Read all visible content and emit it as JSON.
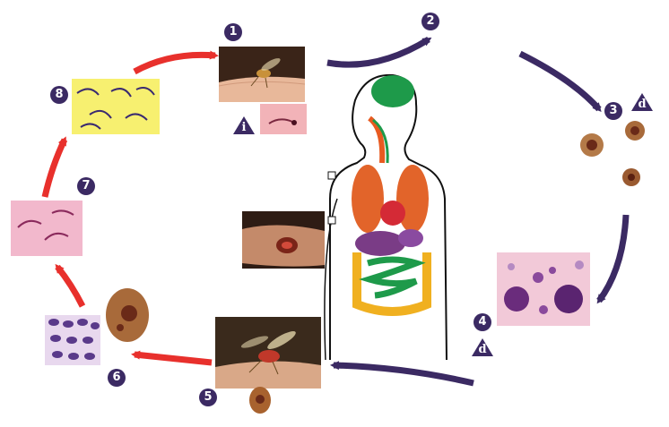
{
  "stages": [
    {
      "id": "1",
      "label": "1"
    },
    {
      "id": "2",
      "label": "2"
    },
    {
      "id": "3",
      "label": "3"
    },
    {
      "id": "4",
      "label": "4"
    },
    {
      "id": "5",
      "label": "5"
    },
    {
      "id": "6",
      "label": "6"
    },
    {
      "id": "7",
      "label": "7"
    },
    {
      "id": "8",
      "label": "8"
    }
  ],
  "stage_markers": {
    "infective": "i",
    "diagnostic": "d"
  },
  "colors": {
    "human_host_arrows": "#3b2a63",
    "sandfly_arrows": "#e8302c",
    "marker_fill": "#3b2a63"
  }
}
